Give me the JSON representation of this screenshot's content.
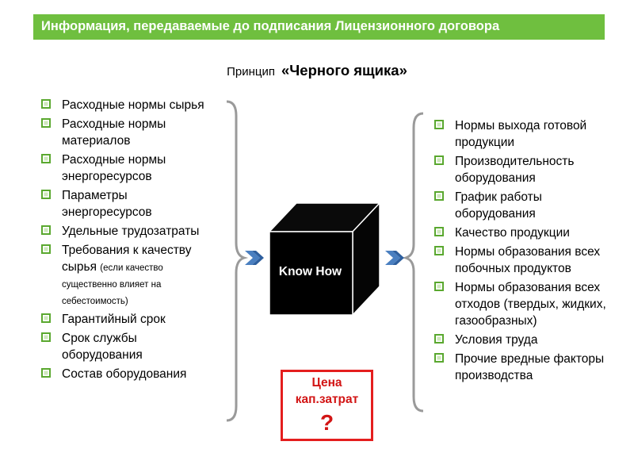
{
  "header": {
    "title": "Информация, передаваемые до подписания Лицензионного договора"
  },
  "subtitle": {
    "lead": "Принцип",
    "main": "«Черного ящика»"
  },
  "inputs": [
    {
      "text": "Расходные нормы сырья"
    },
    {
      "text": "Расходные нормы материалов"
    },
    {
      "text": "Расходные нормы энергоресурсов"
    },
    {
      "text": "Параметры энергоресурсов"
    },
    {
      "text": "Удельные трудозатраты"
    },
    {
      "text": "Требования к качеству сырья",
      "note": "(если качество существенно влияет на себестоимость)"
    },
    {
      "text": "Гарантийный срок"
    },
    {
      "text": "Срок службы оборудования"
    },
    {
      "text": "Состав оборудования"
    }
  ],
  "outputs": [
    {
      "text": "Нормы выхода готовой продукции"
    },
    {
      "text": "Производительность оборудования"
    },
    {
      "text": "График работы оборудования"
    },
    {
      "text": "Качество продукции"
    },
    {
      "text": "Нормы образования всех побочных продуктов"
    },
    {
      "text": "Нормы образования всех отходов (твердых, жидких, газообразных)"
    },
    {
      "text": "Условия труда"
    },
    {
      "text": "Прочие вредные факторы производства"
    }
  ],
  "black_box": {
    "label": "Know How"
  },
  "price_box": {
    "label": "Цена кап.затрат",
    "symbol": "?"
  },
  "colors": {
    "header": "#6fbf3f",
    "bullet": "#5aa82f",
    "arrow": "#4a7fc0",
    "price": "#e41e1e"
  },
  "icons": {
    "bullet": "checkbox-square-icon",
    "arrow": "double-chevron-right-icon"
  }
}
